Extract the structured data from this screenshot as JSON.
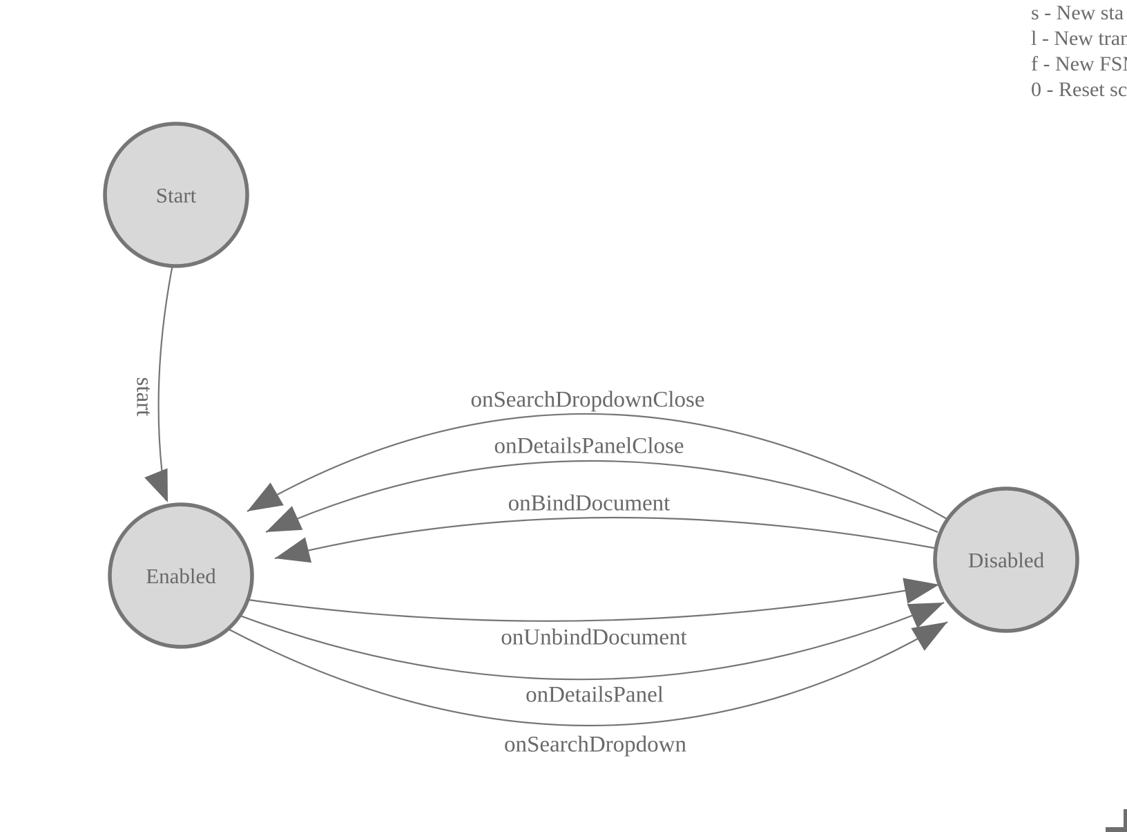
{
  "app": {
    "background": "#ffffff"
  },
  "legend": {
    "lines": [
      "s - New sta",
      "l - New tran",
      "f - New FSM",
      "0 - Reset sc"
    ]
  },
  "diagram": {
    "type": "state-machine",
    "states": [
      {
        "id": "start",
        "label": "Start"
      },
      {
        "id": "enabled",
        "label": "Enabled"
      },
      {
        "id": "disabled",
        "label": "Disabled"
      }
    ],
    "transitions": [
      {
        "label": "start",
        "from": "Start",
        "to": "Enabled"
      },
      {
        "label": "onSearchDropdownClose",
        "from": "Disabled",
        "to": "Enabled"
      },
      {
        "label": "onDetailsPanelClose",
        "from": "Disabled",
        "to": "Enabled"
      },
      {
        "label": "onBindDocument",
        "from": "Disabled",
        "to": "Enabled"
      },
      {
        "label": "onUnbindDocument",
        "from": "Enabled",
        "to": "Disabled"
      },
      {
        "label": "onDetailsPanel",
        "from": "Enabled",
        "to": "Disabled"
      },
      {
        "label": "onSearchDropdown",
        "from": "Enabled",
        "to": "Disabled"
      }
    ],
    "colors": {
      "state_fill": "#d8d8d8",
      "state_stroke": "#767676",
      "edge": "#757575",
      "arrowhead": "#6b6b6b",
      "label": "#696969",
      "legend_text": "#6b6b6b",
      "corner_marker": "#6e6e6e"
    }
  }
}
